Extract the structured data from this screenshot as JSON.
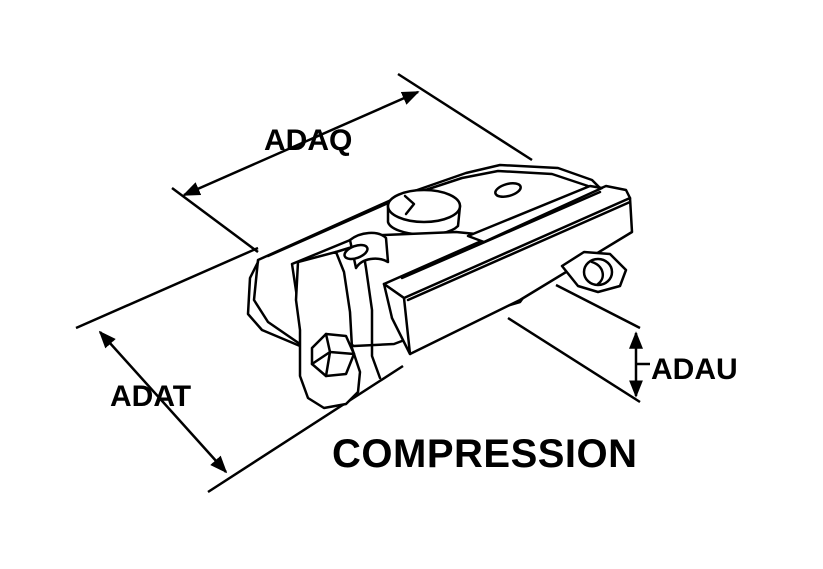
{
  "diagram": {
    "caption": "COMPRESSION",
    "dimensions": {
      "adaq": "ADAQ",
      "adat": "ADAT",
      "adau": "ADAU"
    },
    "colors": {
      "ink": "#000000",
      "background": "#ffffff"
    }
  }
}
